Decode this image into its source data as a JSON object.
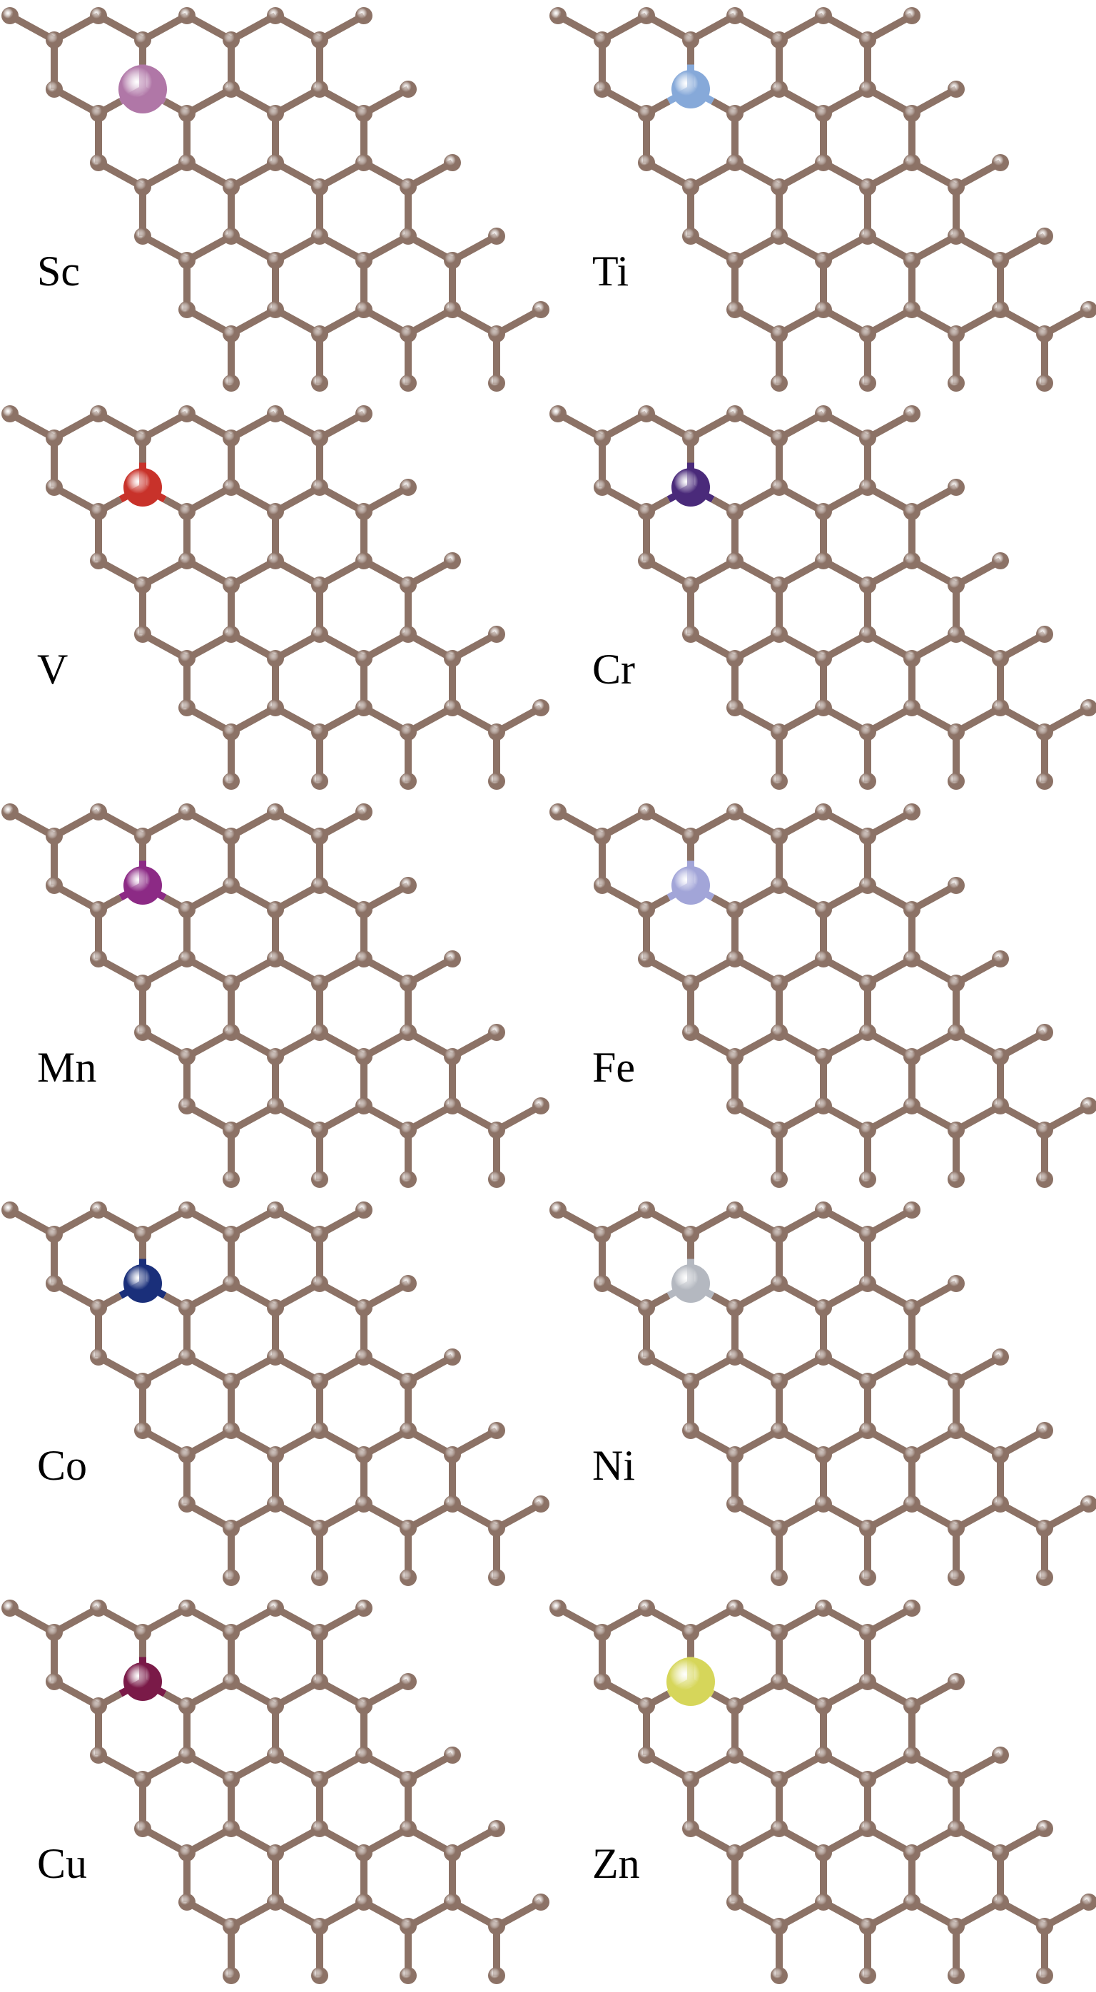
{
  "colors": {
    "carbon": "#8c7266",
    "carbon_highlight": "#b39c91",
    "carbon_shadow": "#6a5248",
    "bond": "#8c7266",
    "label": "#000000",
    "background": "#ffffff"
  },
  "panels": [
    {
      "label": "Sc",
      "dopant_color": "#b077a7",
      "dopant_size": "large"
    },
    {
      "label": "Ti",
      "dopant_color": "#86a9d9",
      "dopant_size": "medium"
    },
    {
      "label": "V",
      "dopant_color": "#c8322a",
      "dopant_size": "medium"
    },
    {
      "label": "Cr",
      "dopant_color": "#4a2a7a",
      "dopant_size": "medium"
    },
    {
      "label": "Mn",
      "dopant_color": "#8c2a85",
      "dopant_size": "medium"
    },
    {
      "label": "Fe",
      "dopant_color": "#a2a5d8",
      "dopant_size": "medium"
    },
    {
      "label": "Co",
      "dopant_color": "#1a2f7a",
      "dopant_size": "medium"
    },
    {
      "label": "Ni",
      "dopant_color": "#b4b8c0",
      "dopant_size": "medium"
    },
    {
      "label": "Cu",
      "dopant_color": "#7a1a48",
      "dopant_size": "medium"
    },
    {
      "label": "Zn",
      "dopant_color": "#d6d65a",
      "dopant_size": "large"
    }
  ]
}
